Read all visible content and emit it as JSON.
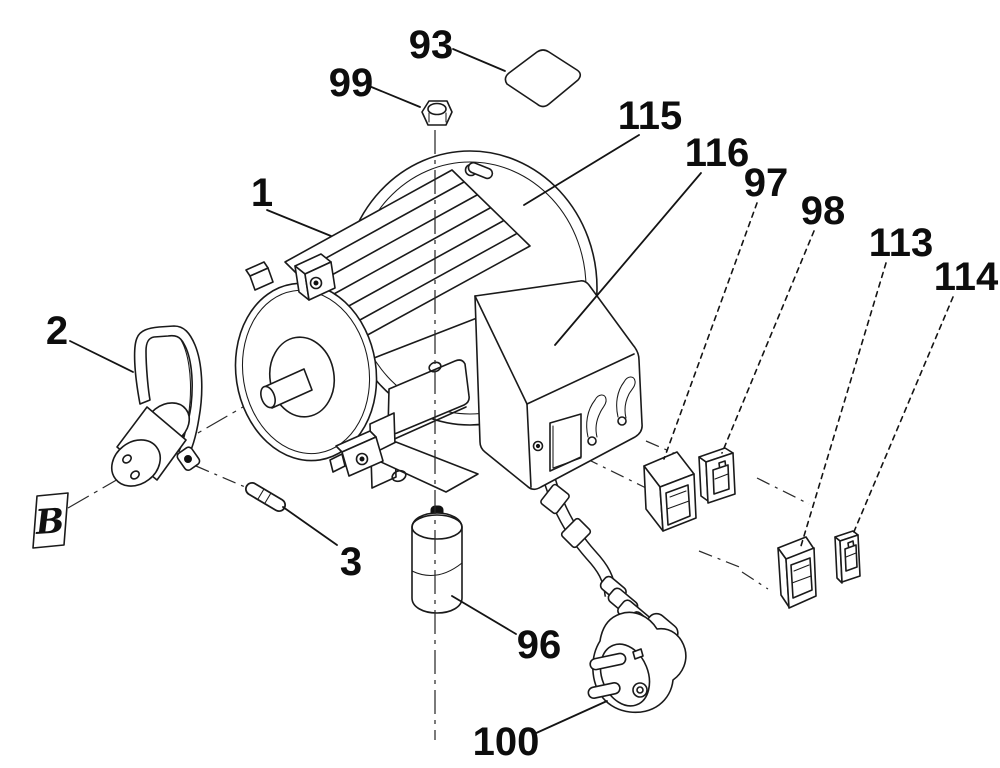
{
  "diagram": {
    "background_color": "#ffffff",
    "line_color": "#1a1a1a",
    "label_color": "#0d0d0d"
  },
  "callouts": {
    "c1": {
      "label": "1"
    },
    "c2": {
      "label": "2"
    },
    "c3": {
      "label": "3"
    },
    "c93": {
      "label": "93"
    },
    "c96": {
      "label": "96"
    },
    "c97": {
      "label": "97"
    },
    "c98": {
      "label": "98"
    },
    "c99": {
      "label": "99"
    },
    "c100": {
      "label": "100"
    },
    "c113": {
      "label": "113"
    },
    "c114": {
      "label": "114"
    },
    "c115": {
      "label": "115"
    },
    "c116": {
      "label": "116"
    }
  },
  "reference_tag": {
    "label": "B"
  }
}
